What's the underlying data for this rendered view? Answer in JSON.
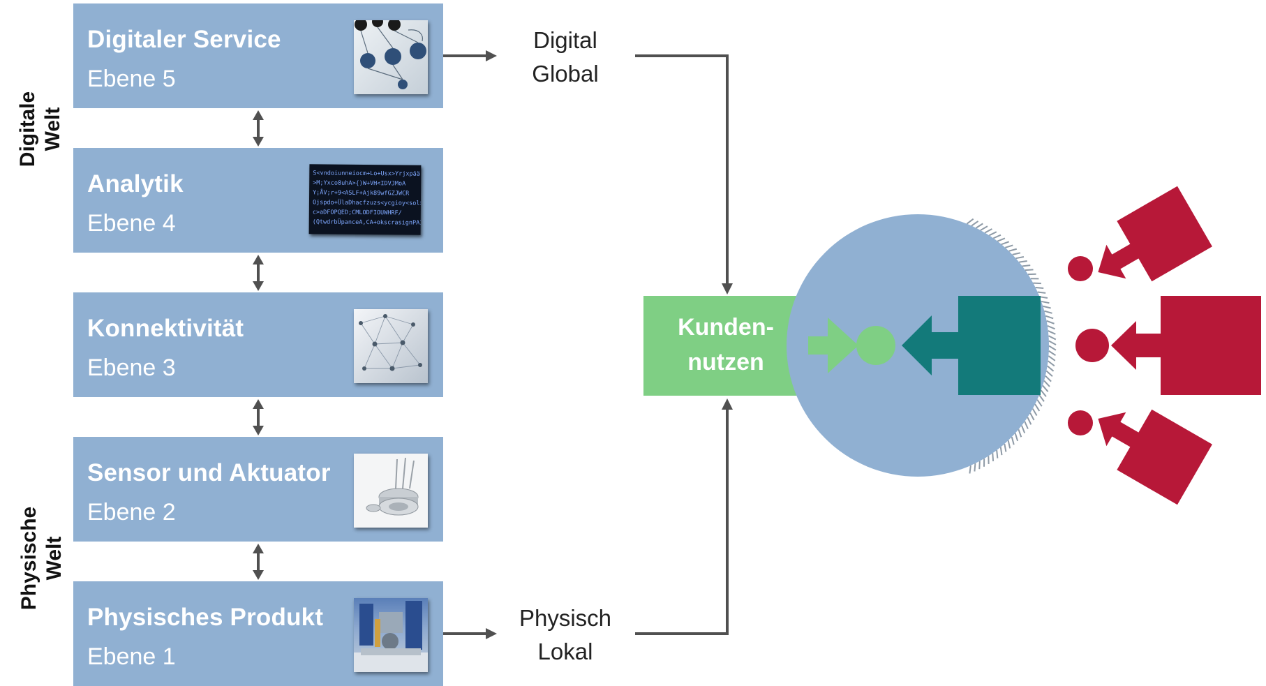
{
  "side_labels": {
    "digital_world": "Digitale\nWelt",
    "physical_world": "Physische\nWelt"
  },
  "layers": [
    {
      "title": "Digitaler Service",
      "level": "Ebene 5",
      "image": "network-spheres-image"
    },
    {
      "title": "Analytik",
      "level": "Ebene 4",
      "image": "code-text-image"
    },
    {
      "title": "Konnektivität",
      "level": "Ebene 3",
      "image": "mesh-network-image"
    },
    {
      "title": "Sensor und Aktuator",
      "level": "Ebene 2",
      "image": "sensor-component-image"
    },
    {
      "title": "Physisches Produkt",
      "level": "Ebene 1",
      "image": "machine-photo-image"
    }
  ],
  "flows": {
    "digital_line1": "Digital",
    "digital_line2": "Global",
    "physical_line1": "Physisch",
    "physical_line2": "Lokal"
  },
  "center": {
    "line1": "Kunden-",
    "line2": "nutzen"
  },
  "code_image_text": [
    "S<vndoiunneiocm+Lo+Usx>Yrjxpää",
    ">M;Yxco8uhA>{)W+VH<IDVJMoA",
    "Y¡ÅV;r+9<ASLF+Ajk89wfGZJWCR",
    "Ojspdo+ÜlaDhacfzuzs<ycgioy<sol>y",
    "c>aDFOPQED;CMLODFIOUWHRF/",
    "(QtwdrbÜpanceA,CA+okscrasignPAI"
  ],
  "colors": {
    "layer_fill": "#90b0d2",
    "arrow_gray": "#505050",
    "kundennutzen_green": "#7fcf84",
    "circle_blue": "#90b0d2",
    "teal_actor": "#137a7a",
    "competitor_red": "#b71838"
  }
}
